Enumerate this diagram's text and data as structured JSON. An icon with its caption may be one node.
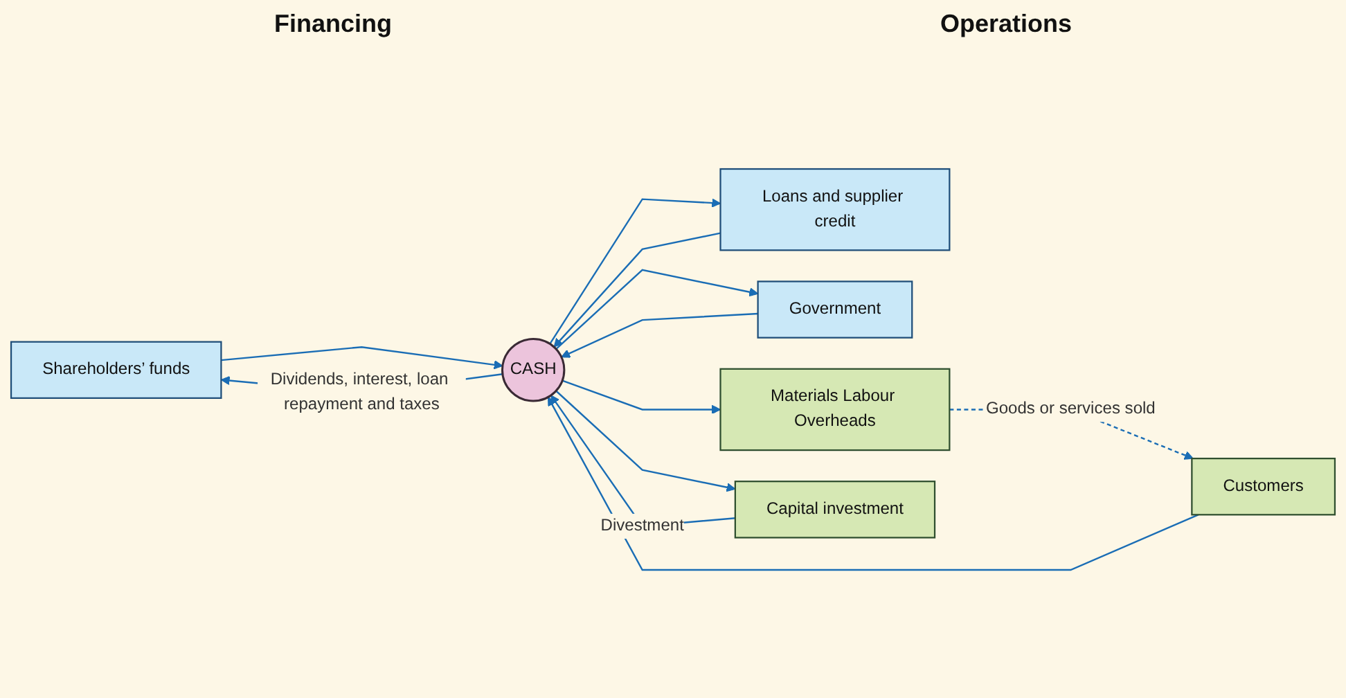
{
  "diagram": {
    "nodes": [
      {
        "text": [
          "Shareholders’ funds"
        ]
      },
      {
        "text": [
          "Loans and supplier credit"
        ]
      },
      {
        "text": [
          "Government"
        ]
      },
      {
        "text": [
          "CASH"
        ]
      },
      {
        "text": [
          "Customers"
        ]
      },
      {
        "text": [
          "Materials Labour Overheads"
        ]
      },
      {
        "text": [
          "Capital investment"
        ]
      }
    ],
    "edges": [
      {
        "from": 0,
        "to": 3,
        "arrow": "to"
      },
      {
        "from": 1,
        "to": 3,
        "arrow": "to"
      },
      {
        "from": 2,
        "to": 3,
        "arrow": "to"
      },
      {
        "from": 4,
        "to": 3,
        "arrow": "to"
      },
      {
        "from": 3,
        "to": 5,
        "arrow": "to"
      },
      {
        "from": 3,
        "to": 6,
        "arrow": "to"
      },
      {
        "from": 5,
        "to": 4,
        "arrow": "to",
        "style": "dashed",
        "label": "Goods or services sold"
      },
      {
        "from": 6,
        "to": 3,
        "arrow": "to",
        "label": "Divestment"
      },
      {
        "from": 3,
        "to": 0,
        "arrow": "to",
        "label": "Dividends, interest, loan repayment and taxes"
      },
      {
        "from": 3,
        "to": 1,
        "arrow": "to"
      },
      {
        "from": 3,
        "to": 2,
        "arrow": "to"
      }
    ],
    "labels": [
      "Financing",
      "Operations"
    ]
  }
}
